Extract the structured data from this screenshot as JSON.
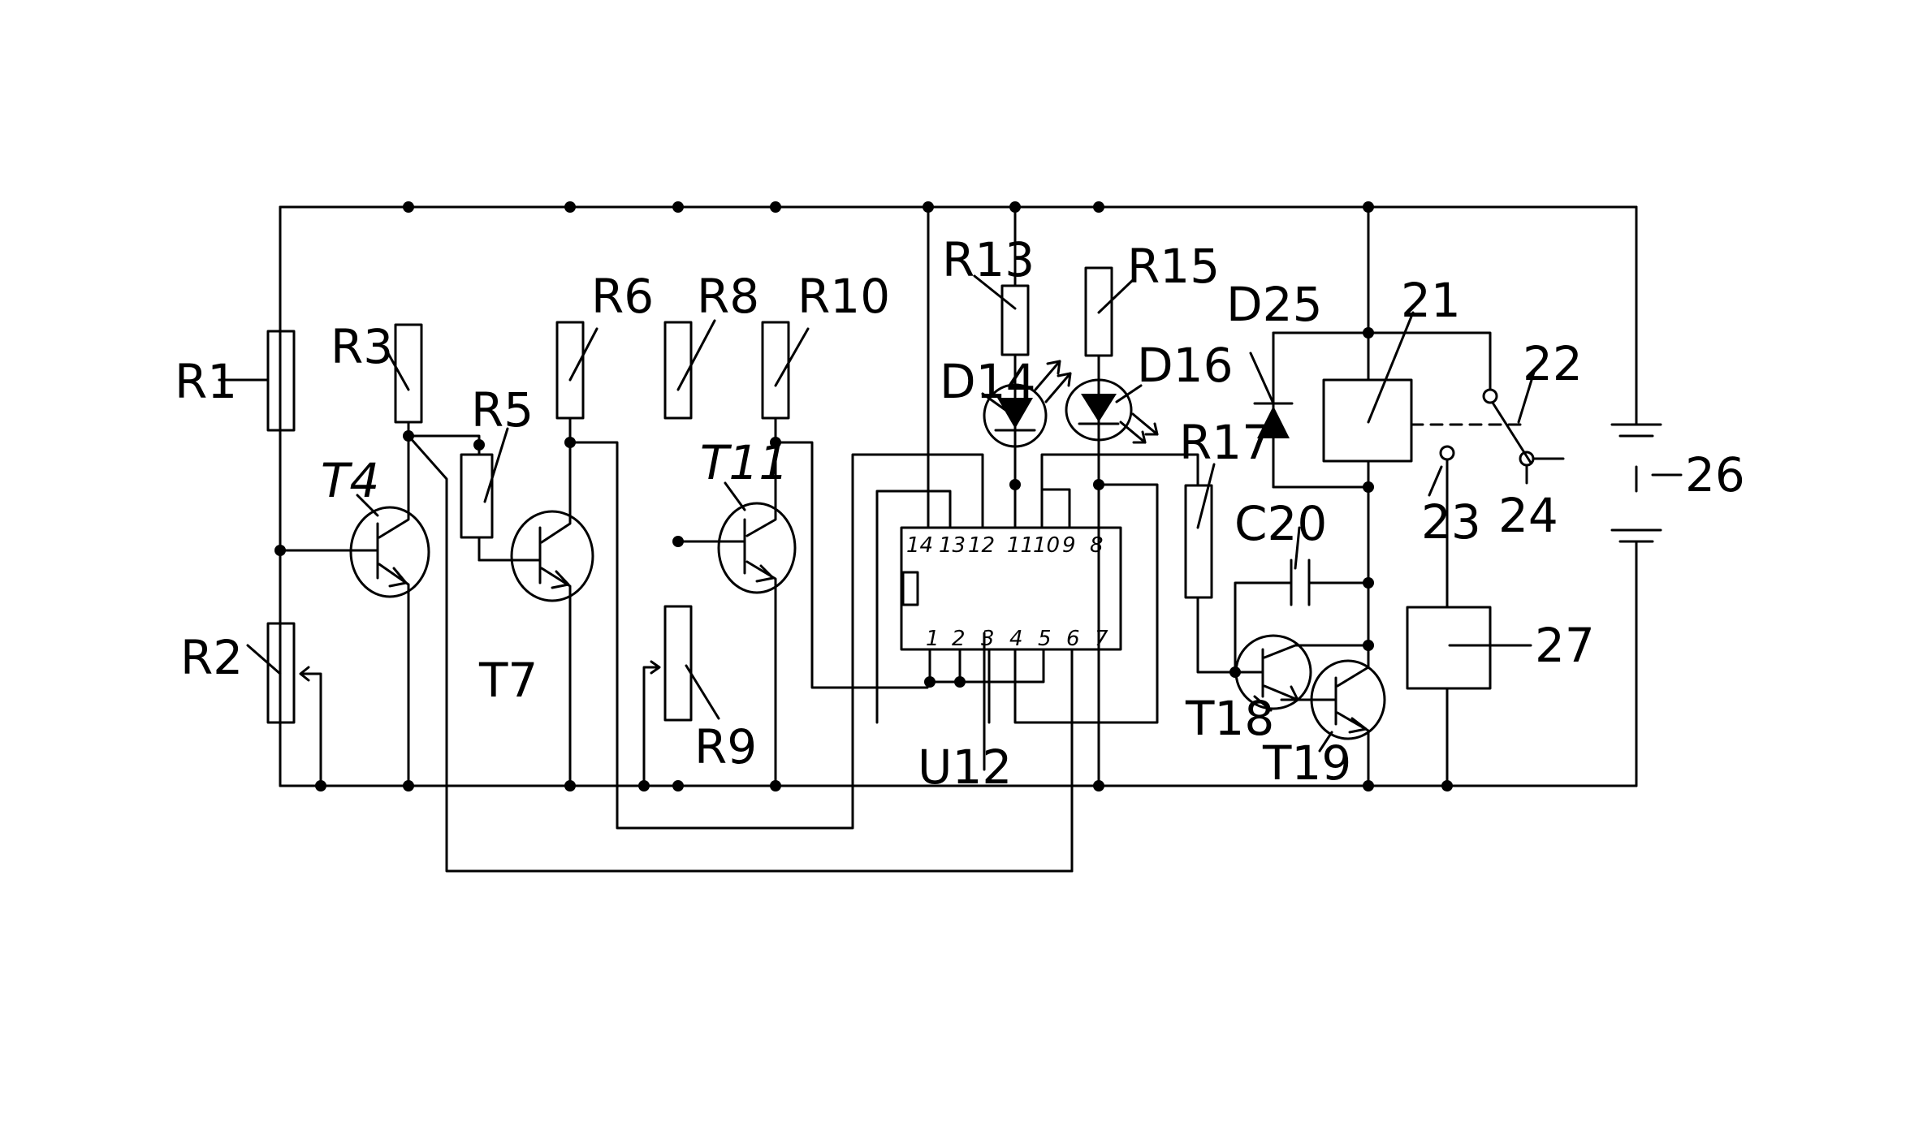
{
  "components": {
    "R1": "R1",
    "R2": "R2",
    "R3": "R3",
    "T4": "T4",
    "R5": "R5",
    "R6": "R6",
    "T7": "T7",
    "R8": "R8",
    "R9": "R9",
    "R10": "R10",
    "T11": "T11",
    "U12": "U12",
    "R13": "R13",
    "D14": "D14",
    "R15": "R15",
    "D16": "D16",
    "R17": "R17",
    "T18": "T18",
    "T19": "T19",
    "C20": "C20",
    "D25": "D25",
    "n21": "21",
    "n22": "22",
    "n23": "23",
    "n24": "24",
    "n26": "26",
    "n27": "27"
  },
  "ic_pins": {
    "top": [
      "14",
      "13",
      "12",
      "11",
      "10",
      "9",
      "8"
    ],
    "bottom": [
      "1",
      "2",
      "3",
      "4",
      "5",
      "6",
      "7"
    ]
  }
}
